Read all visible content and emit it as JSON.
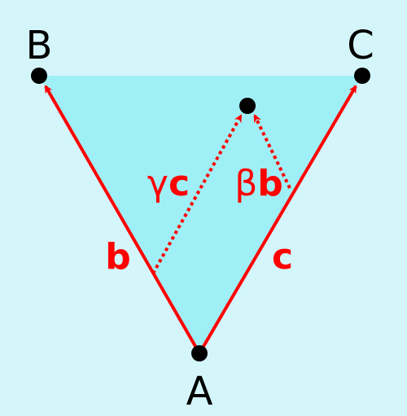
{
  "colors": {
    "background": "#d4f6fb",
    "triangle_fill": "#9ff0f6",
    "vector": "#ff0000",
    "point": "#000000"
  },
  "points": {
    "A": "A",
    "B": "B",
    "C": "C"
  },
  "vectors": {
    "b": "b",
    "c": "c",
    "gamma_coef": "γ",
    "gamma_vec": "c",
    "beta_coef": "β",
    "beta_vec": "b"
  }
}
